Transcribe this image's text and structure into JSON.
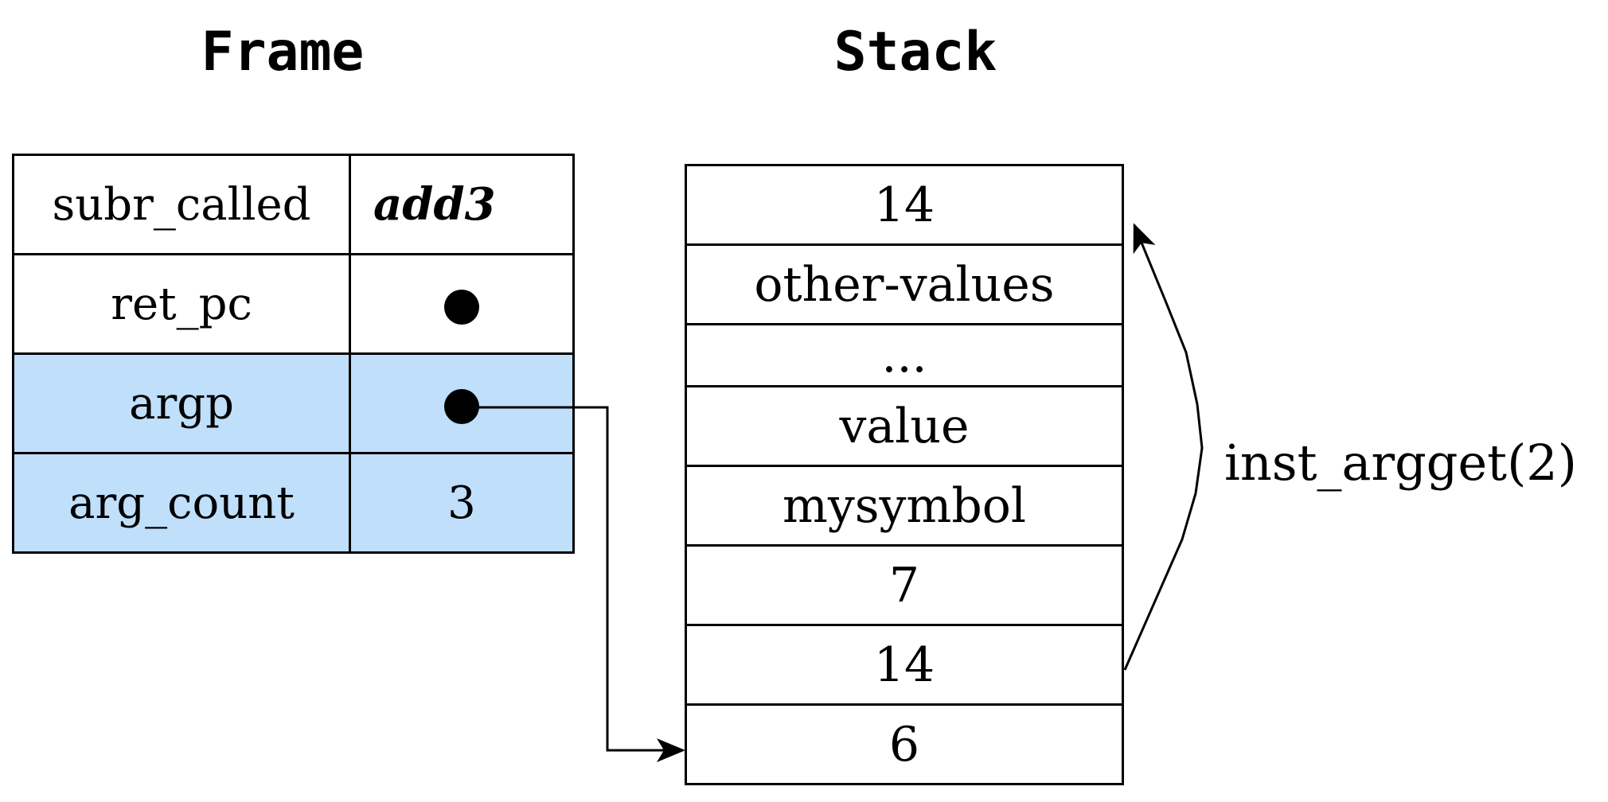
{
  "frame": {
    "title": "Frame",
    "rows": [
      {
        "name": "subr_called",
        "value": "add3",
        "value_kind": "text-italic"
      },
      {
        "name": "ret_pc",
        "value": "",
        "value_kind": "dot"
      },
      {
        "name": "argp",
        "value": "",
        "value_kind": "dot"
      },
      {
        "name": "arg_count",
        "value": "3",
        "value_kind": "text"
      }
    ],
    "highlight_color": "#bfdffb"
  },
  "stack": {
    "title": "Stack",
    "cells": [
      "14",
      "other-values",
      "...",
      "value",
      "mysymbol",
      "7",
      "14",
      "6"
    ]
  },
  "annotation": {
    "label": "inst_argget(2)"
  }
}
